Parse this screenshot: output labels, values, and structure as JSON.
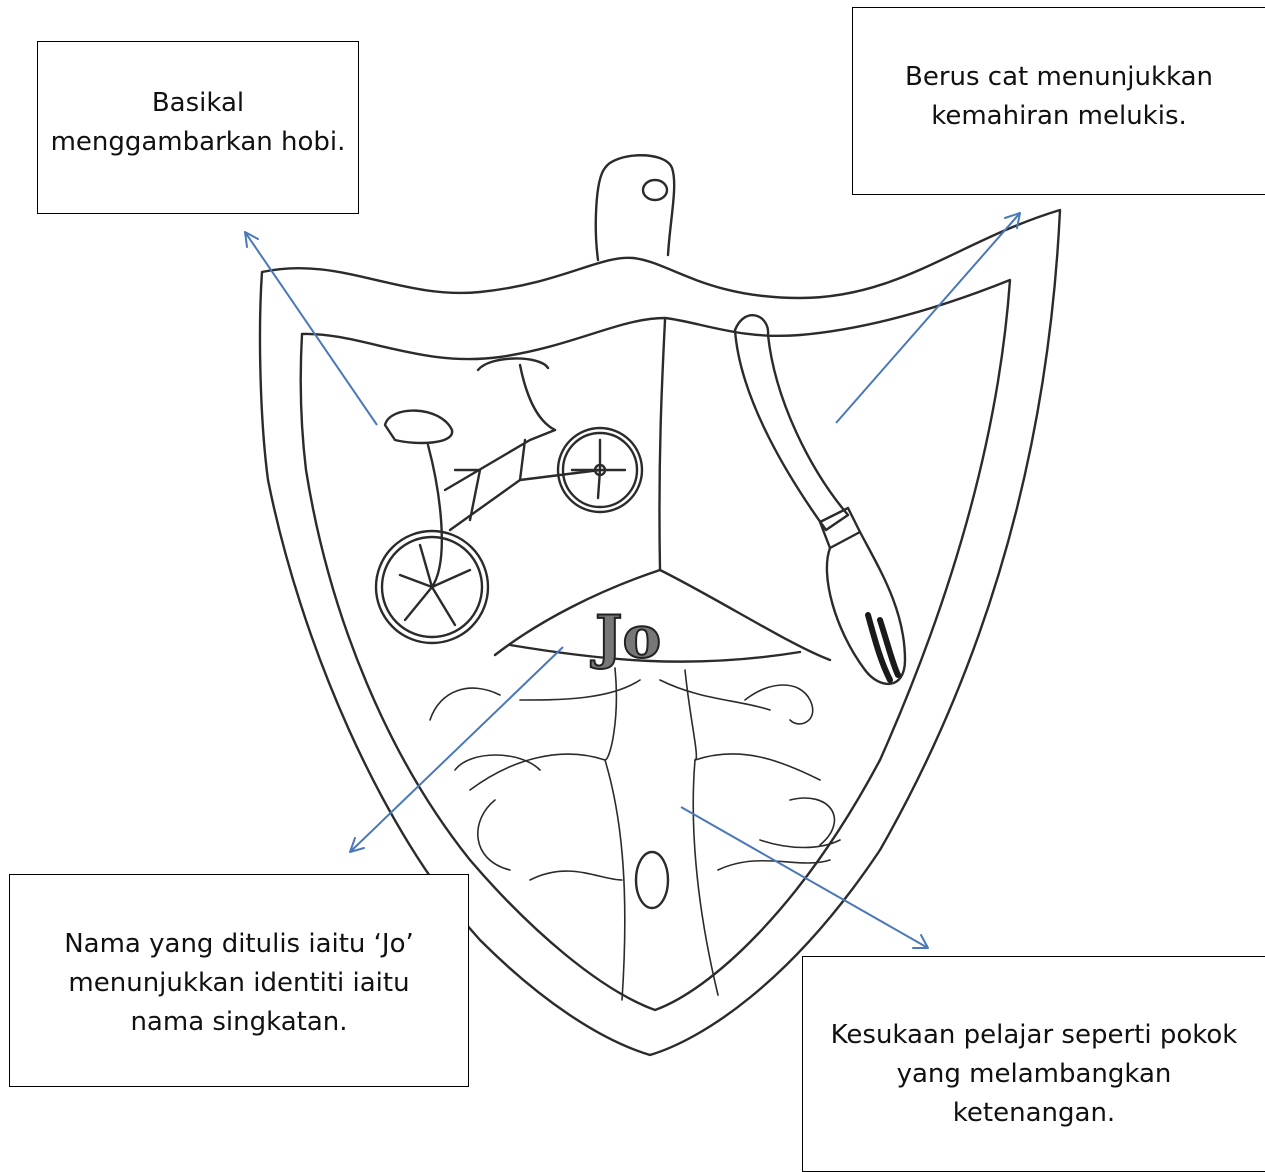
{
  "callouts": {
    "bicycle": {
      "lines": [
        "Basikal",
        "menggambarkan hobi."
      ]
    },
    "brush": {
      "lines": [
        "Berus cat menunjukkan",
        "kemahiran melukis."
      ]
    },
    "name": {
      "lines": [
        "Nama yang ditulis iaitu ‘Jo’",
        "menunjukkan identiti iaitu",
        "nama singkatan."
      ]
    },
    "tree": {
      "lines": [
        "Kesukaan pelajar seperti pokok",
        "yang melambangkan",
        "ketenangan."
      ]
    }
  },
  "emblem": {
    "name_text": "Jo"
  },
  "colors": {
    "arrow": "#4a78b8",
    "sketch": "#2b2b2b"
  }
}
